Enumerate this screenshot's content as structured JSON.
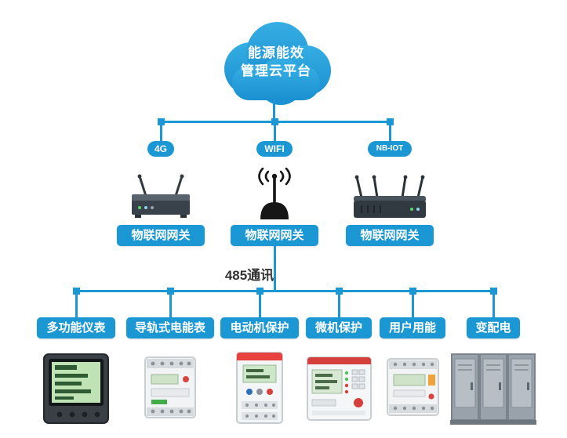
{
  "colors": {
    "accent": "#1b97d3",
    "cloud": "#21a0dc",
    "text_dark": "#333333"
  },
  "cloud": {
    "line1": "能源能效",
    "line2": "管理云平台"
  },
  "gateways": [
    {
      "badge": "4G",
      "label": "物联网网关",
      "icon": "router-4g-icon"
    },
    {
      "badge": "WIFI",
      "label": "物联网网关",
      "icon": "wifi-antenna-icon"
    },
    {
      "badge": "NB-IOT",
      "label": "物联网网关",
      "icon": "router-nbiot-icon"
    }
  ],
  "bus": {
    "label": "485通讯"
  },
  "devices": [
    {
      "label": "多功能仪表",
      "icon": "multifunction-meter-icon"
    },
    {
      "label": "导轨式电能表",
      "icon": "din-rail-meter-icon"
    },
    {
      "label": "电动机保护",
      "icon": "motor-protection-icon"
    },
    {
      "label": "微机保护",
      "icon": "microcomputer-protection-icon"
    },
    {
      "label": "用户用能",
      "icon": "user-energy-meter-icon"
    },
    {
      "label": "变配电",
      "icon": "switchgear-cabinet-icon"
    }
  ]
}
